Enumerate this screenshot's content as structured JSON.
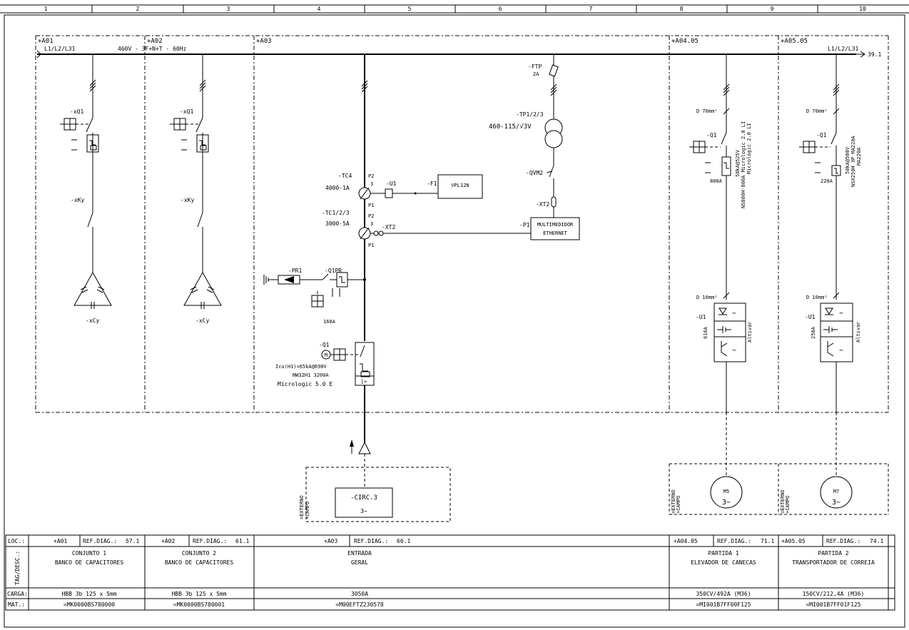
{
  "columns": [
    "1",
    "2",
    "3",
    "4",
    "5",
    "6",
    "7",
    "8",
    "9",
    "10"
  ],
  "bus": {
    "phase_label": "L1/L2/L31",
    "supply": "460V - 3F+N+T - 60Hz",
    "phase_label_right": "L1/L2/L31",
    "continuation": "39.1"
  },
  "sections": [
    {
      "tag": "+A01"
    },
    {
      "tag": "+A02"
    },
    {
      "tag": "+A03"
    },
    {
      "tag": "+A04.05"
    },
    {
      "tag": "+A05.05"
    }
  ],
  "capacitor_banks": [
    {
      "breaker": "-xQ1",
      "contactor": "-xKy",
      "capacitor": "-xCy"
    },
    {
      "breaker": "-xQ1",
      "contactor": "-xKy",
      "capacitor": "-xCy"
    }
  ],
  "incomer": {
    "ftp": "-FTP",
    "ftp_rating": "2A",
    "tp": "-TP1/2/3",
    "tp_ratio": "460-115/√3V",
    "qvm": "-QVM2",
    "xt2_top": "-XT2",
    "tc4": "-TC4",
    "tc4_ratio": "4000-1A",
    "p2a": "P2",
    "n3a": "3",
    "p1a": "P1",
    "u1": "-U1",
    "f1": "-F1",
    "vpl": "VPL12N",
    "tc123": "-TC1/2/3",
    "tc123_ratio": "3000-5A",
    "p2b": "P2",
    "n3b": "3",
    "p1b": "P1",
    "xt2": "-XT2",
    "p1_meter": "-P1",
    "meter_line1": "MULTIMEDIDOR",
    "meter_line2": "ETHERNET",
    "pr1": "-PR1",
    "q1pr": "-Q1PR",
    "q1pr_rating": "160A",
    "q1": "-Q1",
    "q1_icu": "Icu(H1)=65kA@690V",
    "q1_model": "NW32H1 3200A",
    "q1_trip": "Micrologic 5.0 E",
    "q1_trip_sym": "[>",
    "circ": "-CIRC.3",
    "circ_phase": "3~"
  },
  "starters": [
    {
      "cable": "D 70mm²",
      "breaker": "-Q1",
      "rating": "800A",
      "spec1": "50kA@525V",
      "spec2": "NS800H-800A Micrologic 2.0 LI",
      "spec3": "Micrologic 2.0 LI",
      "cable2": "D 10mm²",
      "drive": "-U1",
      "drive_rating": "616A",
      "drive_brand": "Altivar",
      "motor": "M5",
      "motor_phase": "3~"
    },
    {
      "cable": "D 70mm²",
      "breaker": "-Q1",
      "rating": "220A",
      "spec1": "50kA@500V",
      "spec2": "NSX250H 3P MA220A",
      "spec3": "MA220A",
      "cable2": "D 10mm²",
      "drive": "-U1",
      "drive_rating": "250A",
      "drive_brand": "Altivar",
      "motor": "M7",
      "motor_phase": "3~"
    }
  ],
  "field_label1": "=EXTERNO",
  "field_label2": "+CAMPO",
  "table": {
    "row_labels": {
      "loc": "LOC.:",
      "tag": "TAG/DESC.:",
      "carga": "CARGA:",
      "mat": "MAT.:"
    },
    "ref_label": "REF.DIAG.:",
    "cols": [
      {
        "loc": "+A01",
        "ref": "57.1",
        "desc1": "CONJUNTO 1",
        "desc2": "BANCO DE CAPACITORES",
        "carga": "HBB 3b 125 x 5mm",
        "mat": "=MK0000BS780000"
      },
      {
        "loc": "+A02",
        "ref": "61.1",
        "desc1": "CONJUNTO 2",
        "desc2": "BANCO DE CAPACITORES",
        "carga": "HBB 3b 125 x 5mm",
        "mat": "=MK0000BS780001"
      },
      {
        "loc": "+A03",
        "ref": "66.1",
        "desc1": "ENTRADA",
        "desc2": "GERAL",
        "carga": "3050A",
        "mat": "=M00EFTZ230578"
      },
      {
        "loc": "+A04.05",
        "ref": "71.1",
        "desc1": "PARTIDA 1",
        "desc2": "ELEVADOR DE CANECAS",
        "carga": "350CV/492A (M36)",
        "mat": "=MI001B7FF00F125"
      },
      {
        "loc": "+A05.05",
        "ref": "74.1",
        "desc1": "PARTIDA 2",
        "desc2": "TRANSPORTADOR DE CORREIA",
        "carga": "150CV/212,4A (M36)",
        "mat": "=MI001B7FF01F125"
      }
    ]
  }
}
